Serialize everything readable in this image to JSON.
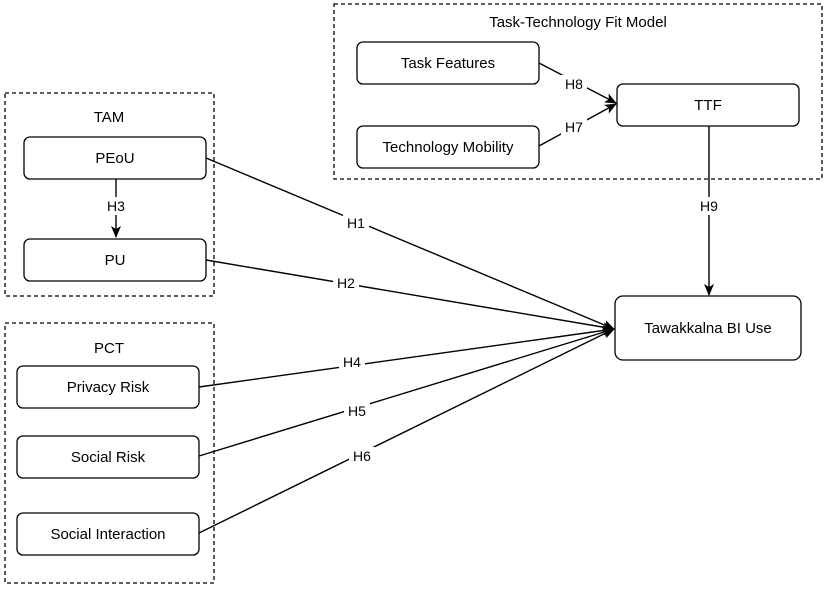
{
  "groups": {
    "ttf_model": "Task-Technology Fit Model",
    "tam": "TAM",
    "pct": "PCT"
  },
  "nodes": {
    "task_features": "Task Features",
    "technology_mobility": "Technology Mobility",
    "ttf": "TTF",
    "peou": "PEoU",
    "pu": "PU",
    "privacy_risk": "Privacy Risk",
    "social_risk": "Social Risk",
    "social_interaction": "Social Interaction",
    "tawakkalna": "Tawakkalna BI Use"
  },
  "edges": {
    "h1": "H1",
    "h2": "H2",
    "h3": "H3",
    "h4": "H4",
    "h5": "H5",
    "h6": "H6",
    "h7": "H7",
    "h8": "H8",
    "h9": "H9"
  }
}
